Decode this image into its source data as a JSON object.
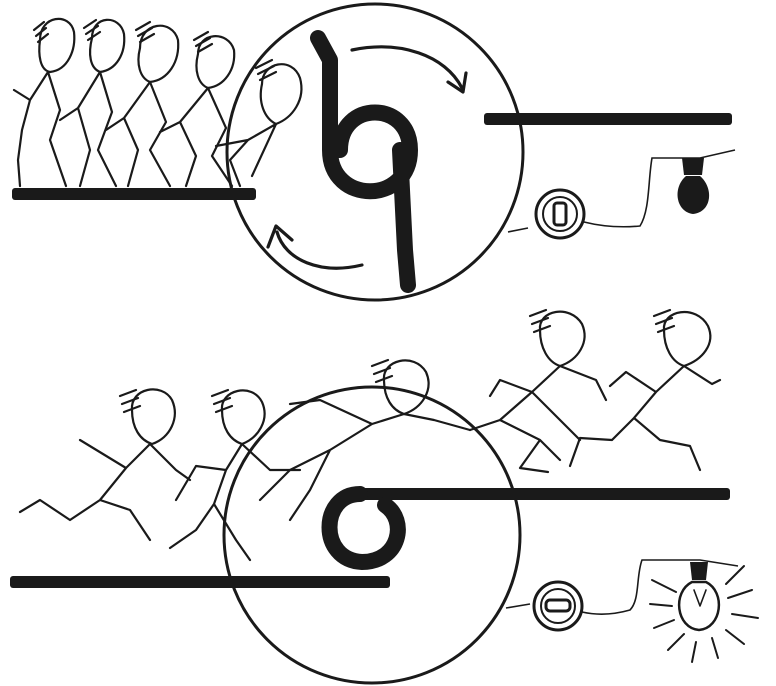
{
  "panels": [
    {
      "id": "switch-off",
      "state": "off",
      "bulb_lit": false
    },
    {
      "id": "switch-on",
      "state": "on",
      "bulb_lit": true
    }
  ],
  "icons": [
    "crowd-of-people",
    "switch-disc",
    "rotation-arrow",
    "switch-button",
    "light-bulb",
    "electric-wire"
  ],
  "colors": {
    "ink": "#1a1a1a",
    "paper": "#ffffff"
  }
}
